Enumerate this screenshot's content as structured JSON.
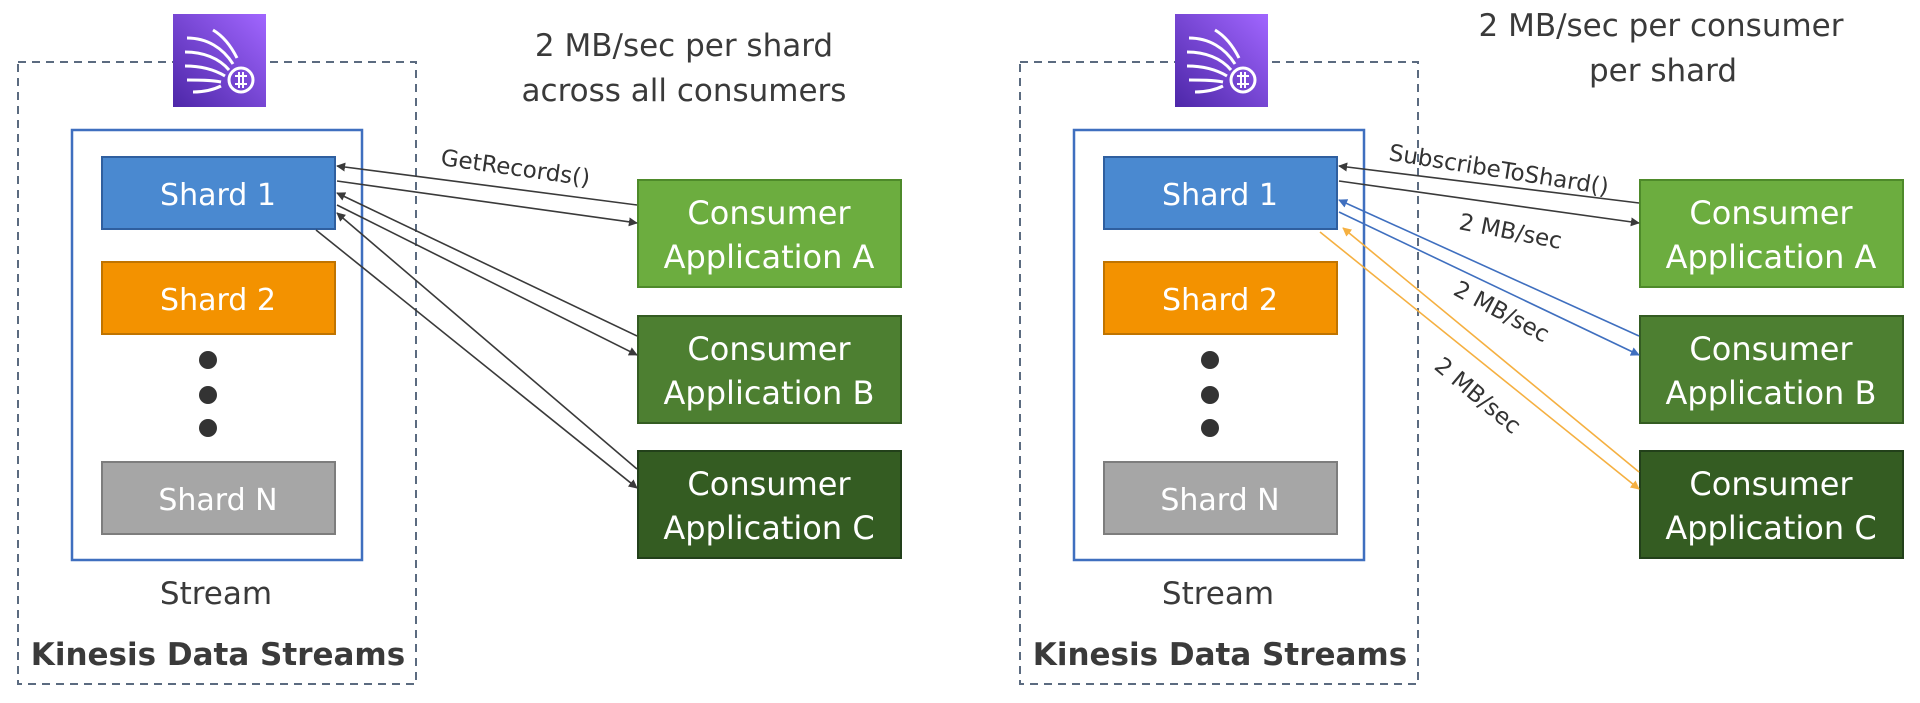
{
  "left": {
    "header": [
      "2 MB/sec per shard",
      "across all consumers"
    ],
    "api_label": "GetRecords()",
    "shards": [
      "Shard 1",
      "Shard 2",
      "Shard N"
    ],
    "stream_label": "Stream",
    "service_label": "Kinesis Data Streams",
    "consumers": [
      [
        "Consumer",
        "Application A"
      ],
      [
        "Consumer",
        "Application B"
      ],
      [
        "Consumer",
        "Application C"
      ]
    ]
  },
  "right": {
    "header": [
      "2 MB/sec per consumer",
      "per shard"
    ],
    "api_label": "SubscribeToShard()",
    "rate_labels": [
      "2 MB/sec",
      "2 MB/sec",
      "2 MB/sec"
    ],
    "shards": [
      "Shard 1",
      "Shard 2",
      "Shard N"
    ],
    "stream_label": "Stream",
    "service_label": "Kinesis Data Streams",
    "consumers": [
      [
        "Consumer",
        "Application A"
      ],
      [
        "Consumer",
        "Application B"
      ],
      [
        "Consumer",
        "Application C"
      ]
    ]
  },
  "colors": {
    "shard1": "#4a89d0",
    "shard2": "#f39200",
    "shardN": "#a6a6a6",
    "consumerA": "#6cad3f",
    "consumerB": "#4d7f31",
    "consumerC": "#345c22",
    "stream_border": "#3f6fbf",
    "kinesis_icon": "#7b3fe4",
    "arrow_blue": "#3f6fbf",
    "arrow_orange": "#f5b041"
  },
  "icons": {
    "service": "kinesis-data-streams-icon"
  }
}
